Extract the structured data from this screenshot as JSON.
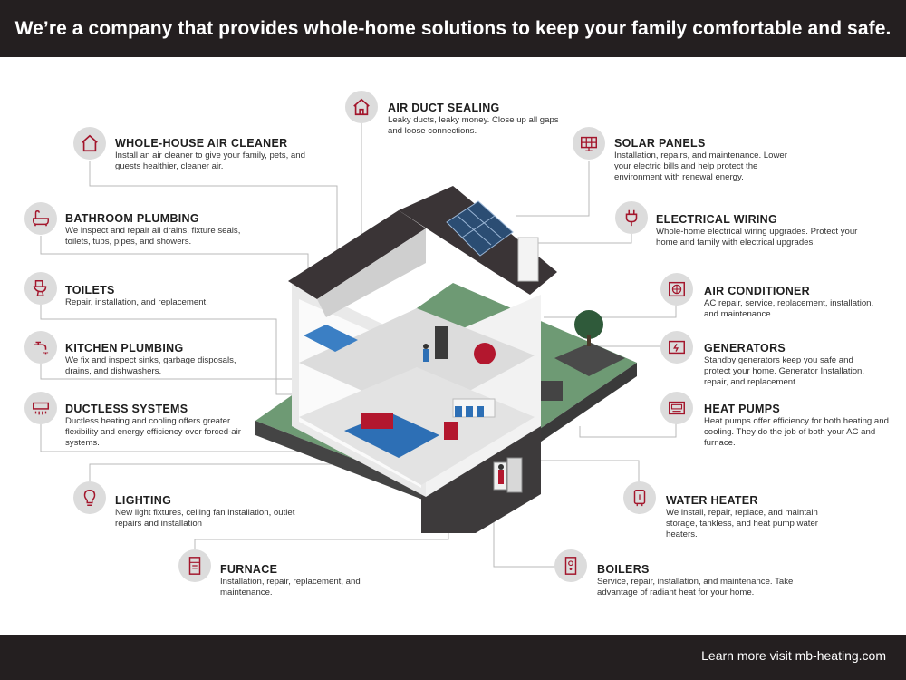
{
  "header": {
    "title": "We’re a company that provides whole-home solutions to keep your family comfortable and safe."
  },
  "footer": {
    "cta": "Learn more visit mb-heating.com"
  },
  "colors": {
    "dark": "#241f20",
    "accent": "#a3162c",
    "badge_bg": "#dcdcdc",
    "roof": "#3a3436",
    "lawn": "#6e9a74"
  },
  "features": [
    {
      "id": "air-duct-sealing",
      "icon": "house-outline-icon",
      "title": "AIR DUCT SEALING",
      "desc": "Leaky ducts, leaky money. Close up all gaps and loose connections."
    },
    {
      "id": "whole-house-air-cleaner",
      "icon": "house-outline-icon",
      "title": "WHOLE-HOUSE AIR CLEANER",
      "desc": "Install an air cleaner to give your family, pets, and guests healthier, cleaner air."
    },
    {
      "id": "solar-panels",
      "icon": "solar-panel-icon",
      "title": "SOLAR PANELS",
      "desc": "Installation, repairs, and maintenance. Lower your electric bills and help protect the environment with renewal energy."
    },
    {
      "id": "bathroom-plumbing",
      "icon": "bathtub-icon",
      "title": "BATHROOM PLUMBING",
      "desc": "We inspect and repair all drains, fixture seals, toilets, tubs, pipes, and showers."
    },
    {
      "id": "electrical-wiring",
      "icon": "plug-icon",
      "title": "ELECTRICAL WIRING",
      "desc": "Whole-home electrical wiring upgrades. Protect your home and family with electrical upgrades."
    },
    {
      "id": "toilets",
      "icon": "toilet-icon",
      "title": "TOILETS",
      "desc": "Repair, installation, and replacement."
    },
    {
      "id": "air-conditioner",
      "icon": "fan-unit-icon",
      "title": "AIR CONDITIONER",
      "desc": "AC repair, service, replacement, installation, and maintenance."
    },
    {
      "id": "kitchen-plumbing",
      "icon": "faucet-icon",
      "title": "KITCHEN PLUMBING",
      "desc": "We fix and inspect sinks, garbage disposals, drains, and dishwashers."
    },
    {
      "id": "generators",
      "icon": "generator-icon",
      "title": "GENERATORS",
      "desc": "Standby generators keep you safe and protect your home. Generator Installation, repair, and replacement."
    },
    {
      "id": "ductless-systems",
      "icon": "mini-split-icon",
      "title": "DUCTLESS SYSTEMS",
      "desc": "Ductless heating and cooling offers greater flexibility and energy efficiency over forced-air systems."
    },
    {
      "id": "heat-pumps",
      "icon": "heat-pump-icon",
      "title": "HEAT PUMPS",
      "desc": "Heat pumps offer efficiency for both heating and cooling. They do the job of both your AC and furnace."
    },
    {
      "id": "lighting",
      "icon": "lightbulb-icon",
      "title": "LIGHTING",
      "desc": "New light fixtures, ceiling fan installation, outlet repairs and installation"
    },
    {
      "id": "water-heater",
      "icon": "water-heater-icon",
      "title": "WATER HEATER",
      "desc": "We install, repair, replace, and maintain storage, tankless, and heat pump water heaters."
    },
    {
      "id": "furnace",
      "icon": "furnace-icon",
      "title": "FURNACE",
      "desc": "Installation, repair, replacement, and maintenance."
    },
    {
      "id": "boilers",
      "icon": "boiler-icon",
      "title": "BOILERS",
      "desc": "Service, repair, installation, and maintenance. Take advantage of radiant heat for your home."
    }
  ]
}
